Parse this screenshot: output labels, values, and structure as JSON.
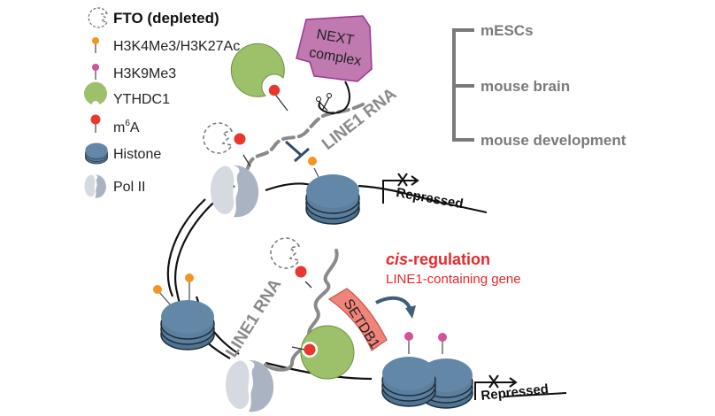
{
  "legend": {
    "items": [
      {
        "icon": "fto-depleted-icon",
        "label": "FTO (depleted)",
        "bold": true
      },
      {
        "icon": "h3k4me3-mark-icon",
        "label": "H3K4Me3/H3K27Ac"
      },
      {
        "icon": "h3k9me3-mark-icon",
        "label": "H3K9Me3"
      },
      {
        "icon": "ythdc1-icon",
        "label": "YTHDC1"
      },
      {
        "icon": "m6a-icon",
        "label_main": "m",
        "label_sup": "6",
        "label_tail": "A"
      },
      {
        "icon": "histone-icon",
        "label": "Histone"
      },
      {
        "icon": "pol2-icon",
        "label": "Pol II"
      }
    ]
  },
  "contexts": {
    "items": [
      "mESCs",
      "mouse brain",
      "mouse development"
    ]
  },
  "diagram": {
    "next_complex": {
      "line1": "NEXT",
      "line2": "complex"
    },
    "rna_label_top": "LINE1 RNA",
    "rna_label_bottom": "LINE1 RNA",
    "setdb1_label": "SETDB1",
    "repressed_top": "Repressed",
    "repressed_bottom": "Repressed",
    "cis_title_italic": "cis",
    "cis_title_rest": "-regulation",
    "cis_subtitle": "LINE1-containing gene"
  },
  "colors": {
    "histone": "#5b7f9e",
    "histone_dark": "#3e5f7c",
    "ythdc1": "#9dc06b",
    "m6a": "#e8382e",
    "h3k4": "#f7941d",
    "h3k9": "#d4509a",
    "next": "#c07ab0",
    "next_border": "#9c3592",
    "setdb1": "#f0847a",
    "pol2_light": "#d5d9e0",
    "pol2_dark": "#a9b3c2",
    "rna": "#8a8a8a",
    "accent_red": "#e8282a",
    "context_gray": "#7a7a7a"
  }
}
